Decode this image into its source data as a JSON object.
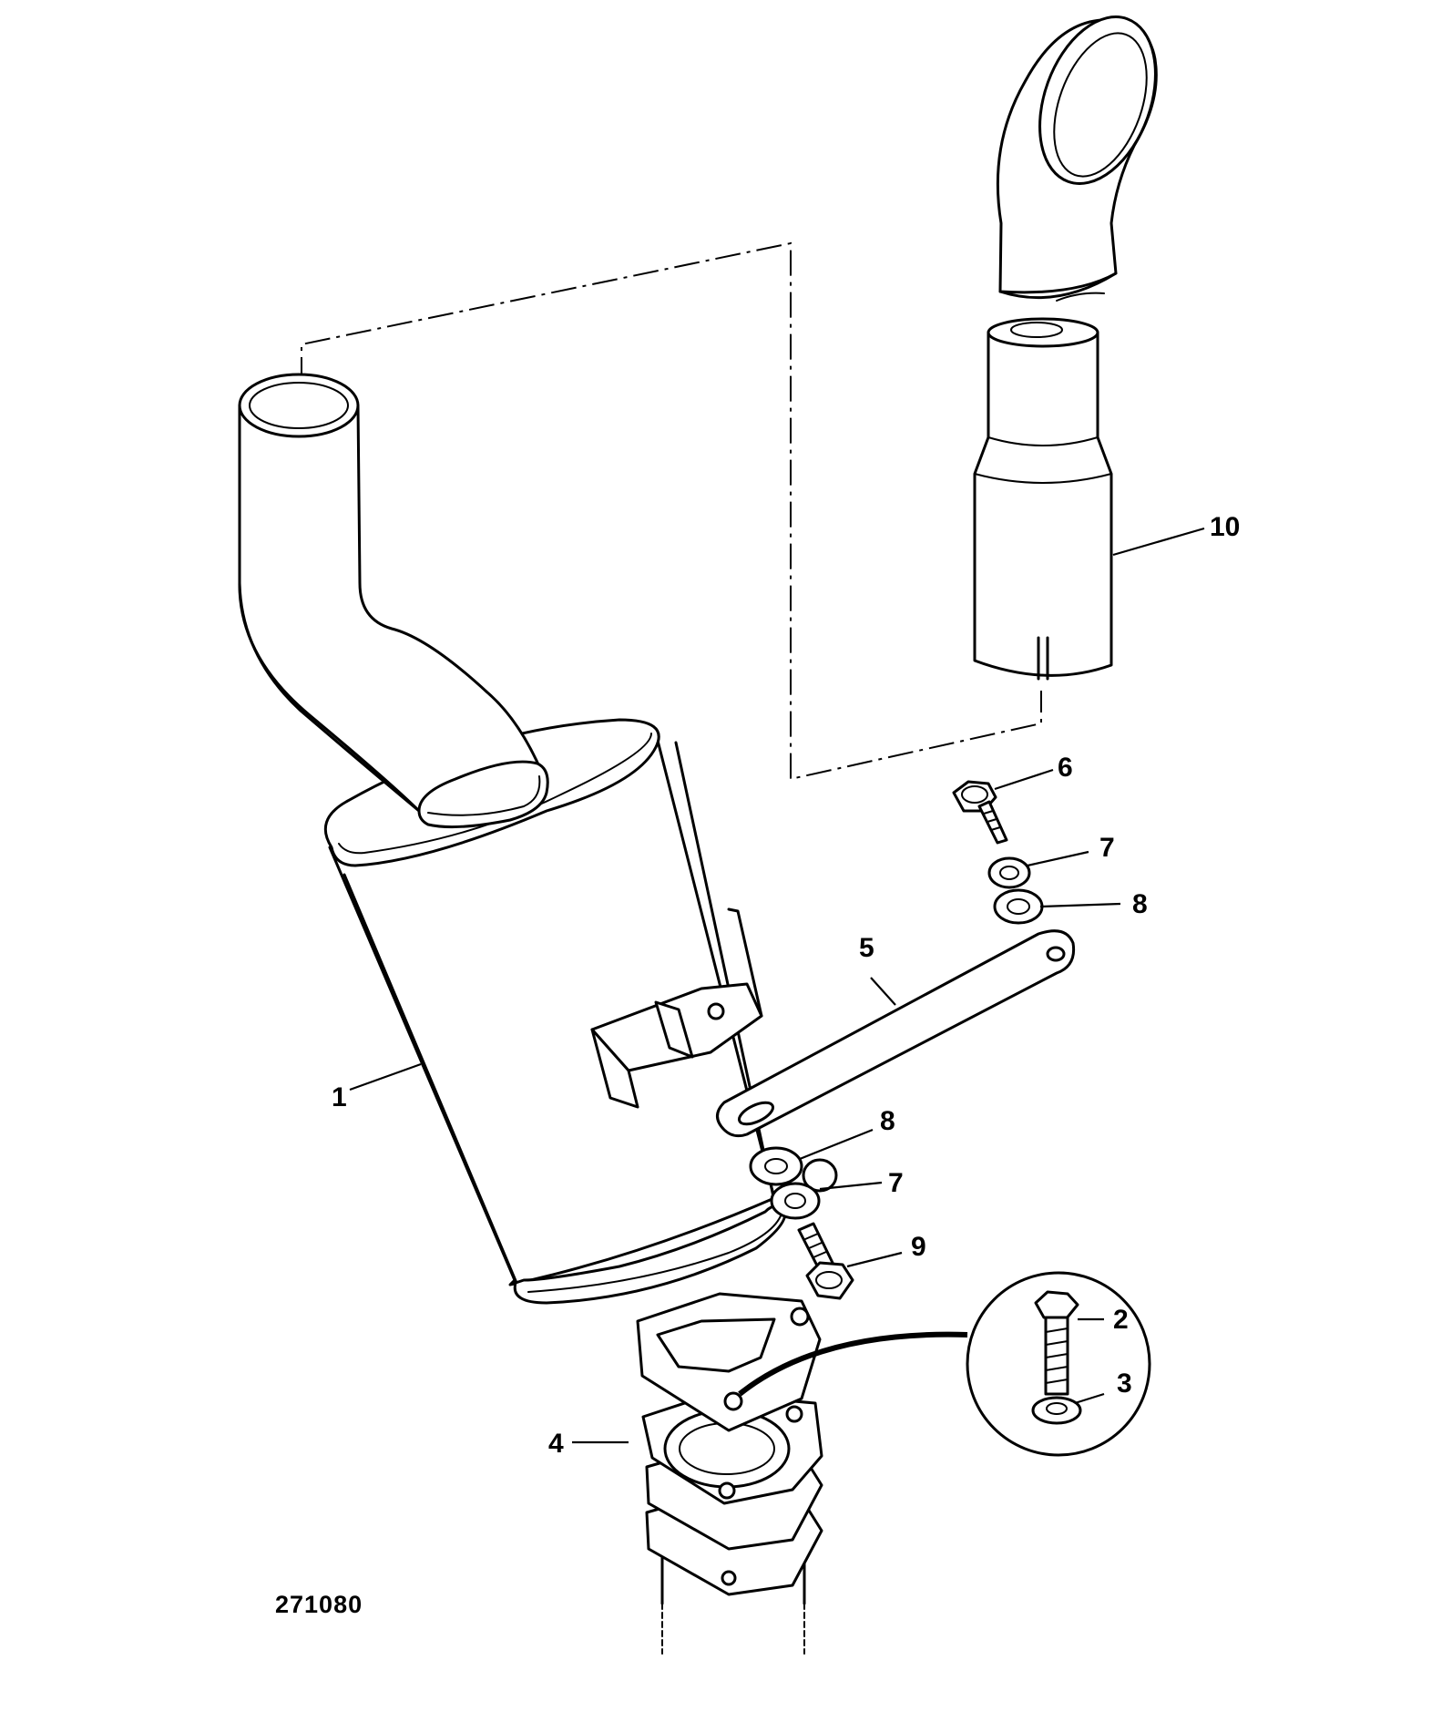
{
  "figure_number": "271080",
  "callouts": {
    "c1": "1",
    "c2": "2",
    "c3": "3",
    "c4": "4",
    "c5": "5",
    "c6": "6",
    "c7a": "7",
    "c7b": "7",
    "c8a": "8",
    "c8b": "8",
    "c9": "9",
    "c10": "10"
  }
}
